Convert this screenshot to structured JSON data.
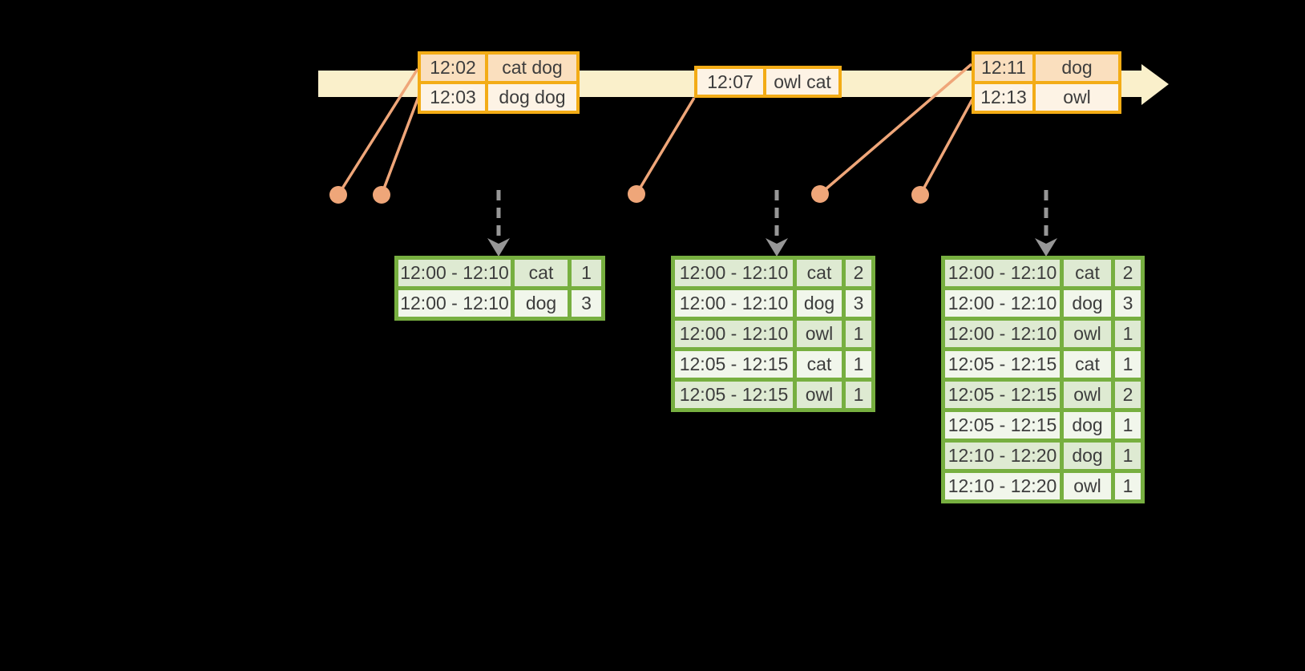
{
  "colors": {
    "background": "#000000",
    "band": "#FAF0CB",
    "amber": "#F3AC16",
    "peach_dark": "#FADFBE",
    "peach_light": "#FDF3E5",
    "salmon": "#EFA679",
    "arrow_gray": "#979797",
    "green": "#77AF40",
    "green_dark": "#DEEAD2",
    "green_light": "#F1F6EB",
    "ink": "#3D3D3D"
  },
  "timeline": {
    "event_tables": [
      {
        "rows": [
          {
            "time": "12:02",
            "words": "cat dog"
          },
          {
            "time": "12:03",
            "words": "dog dog"
          }
        ]
      },
      {
        "rows": [
          {
            "time": "12:07",
            "words": "owl cat"
          }
        ]
      },
      {
        "rows": [
          {
            "time": "12:11",
            "words": "dog"
          },
          {
            "time": "12:13",
            "words": "owl"
          }
        ]
      }
    ]
  },
  "result_tables": [
    {
      "rows": [
        {
          "window": "12:00 - 12:10",
          "word": "cat",
          "count": "1"
        },
        {
          "window": "12:00 - 12:10",
          "word": "dog",
          "count": "3"
        }
      ]
    },
    {
      "rows": [
        {
          "window": "12:00 - 12:10",
          "word": "cat",
          "count": "2"
        },
        {
          "window": "12:00 - 12:10",
          "word": "dog",
          "count": "3"
        },
        {
          "window": "12:00 - 12:10",
          "word": "owl",
          "count": "1"
        },
        {
          "window": "12:05 - 12:15",
          "word": "cat",
          "count": "1"
        },
        {
          "window": "12:05 - 12:15",
          "word": "owl",
          "count": "1"
        }
      ]
    },
    {
      "rows": [
        {
          "window": "12:00 - 12:10",
          "word": "cat",
          "count": "2"
        },
        {
          "window": "12:00 - 12:10",
          "word": "dog",
          "count": "3"
        },
        {
          "window": "12:00 - 12:10",
          "word": "owl",
          "count": "1"
        },
        {
          "window": "12:05 - 12:15",
          "word": "cat",
          "count": "1"
        },
        {
          "window": "12:05 - 12:15",
          "word": "owl",
          "count": "2"
        },
        {
          "window": "12:05 - 12:15",
          "word": "dog",
          "count": "1"
        },
        {
          "window": "12:10 - 12:20",
          "word": "dog",
          "count": "1"
        },
        {
          "window": "12:10 - 12:20",
          "word": "owl",
          "count": "1"
        }
      ]
    }
  ]
}
